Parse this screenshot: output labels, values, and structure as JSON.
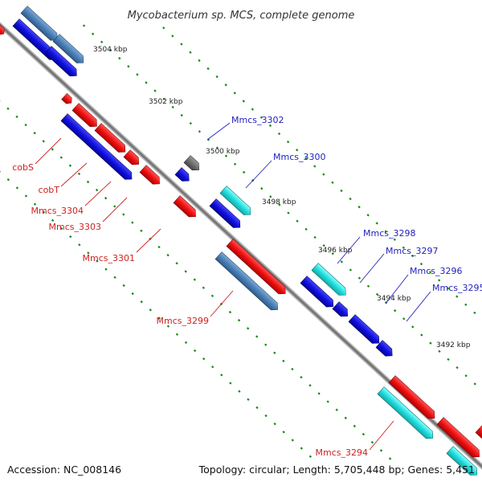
{
  "title": "Mycobacterium sp. MCS, complete genome",
  "footer": {
    "accession": "Accession: NC_008146",
    "topology": "Topology: circular; Length: 5,705,448 bp; Genes: 5,451"
  },
  "kbp_labels": [
    "3504 kbp",
    "3502 kbp",
    "3500 kbp",
    "3498 kbp",
    "3496 kbp",
    "3494 kbp",
    "3492 kbp"
  ],
  "gene_labels": {
    "blue": [
      "Mmcs_3302",
      "Mmcs_3300",
      "Mmcs_3298",
      "Mmcs_3297",
      "Mmcs_3296",
      "Mmcs_3295"
    ],
    "red": [
      "cobS",
      "cobT",
      "Mmcs_3304",
      "Mmcs_3303",
      "Mmcs_3301",
      "Mmcs_3299",
      "Mmcs_3294"
    ]
  },
  "colors": {
    "forward_gene": "#ee1111",
    "reverse_gene": "#1111dd",
    "rna_gene": "#22dddd",
    "steelblue_gene": "#4a7fb5",
    "grey_gene": "#666666",
    "backbone": "#888888",
    "tick": "#118811",
    "blue_label": "#2222bb",
    "red_label": "#cc2222"
  }
}
